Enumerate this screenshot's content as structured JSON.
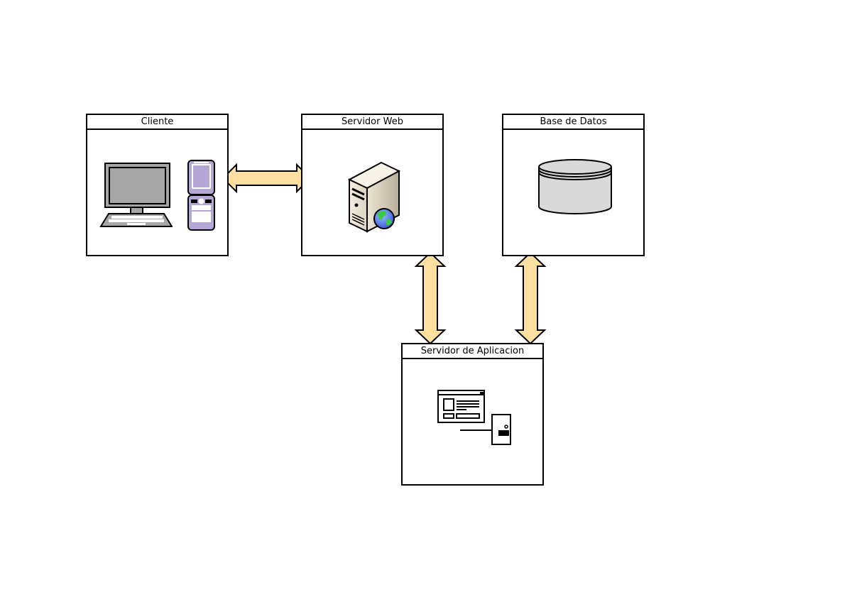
{
  "diagram": {
    "nodes": [
      {
        "id": "cliente",
        "title": "Cliente",
        "icons": [
          "desktop-computer",
          "mobile-phone"
        ]
      },
      {
        "id": "servidor-web",
        "title": "Servidor Web",
        "icons": [
          "web-server"
        ]
      },
      {
        "id": "base-de-datos",
        "title": "Base de Datos",
        "icons": [
          "database"
        ]
      },
      {
        "id": "servidor-aplicacion",
        "title": "Servidor de Aplicacion",
        "icons": [
          "application-server"
        ]
      }
    ],
    "edges": [
      {
        "from": "cliente",
        "to": "servidor-web",
        "direction": "bidirectional"
      },
      {
        "from": "servidor-web",
        "to": "servidor-aplicacion",
        "direction": "bidirectional"
      },
      {
        "from": "base-de-datos",
        "to": "servidor-aplicacion",
        "direction": "bidirectional"
      }
    ],
    "colors": {
      "arrow_fill": "#FFE0A0",
      "border": "#000000",
      "monitor_gray": "#A6A6A6",
      "phone_purple": "#B4A7D6",
      "database_gray": "#D9D9D9"
    }
  }
}
